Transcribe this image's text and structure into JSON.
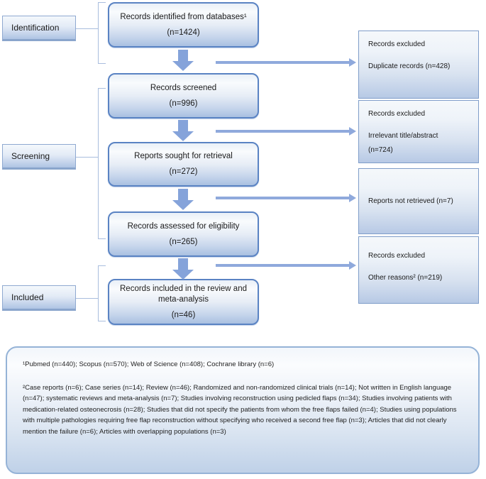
{
  "phase_labels": {
    "identification": "Identification",
    "screening": "Screening",
    "included": "Included"
  },
  "main_boxes": [
    {
      "line1": "Records identified from databases¹",
      "line2": "(n=1424)"
    },
    {
      "line1": "Records screened",
      "line2": "(n=996)"
    },
    {
      "line1": "Reports sought for retrieval",
      "line2": "(n=272)"
    },
    {
      "line1": "Records assessed for eligibility",
      "line2": "(n=265)"
    },
    {
      "line1": "Records included in the review and meta-analysis",
      "line2": "(n=46)"
    }
  ],
  "side_boxes": [
    {
      "title": "Records excluded",
      "detail": "Duplicate records (n=428)"
    },
    {
      "title": "Records excluded",
      "detail": "Irrelevant title/abstract",
      "detail2": "(n=724)"
    },
    {
      "detail": "Reports not retrieved (n=7)"
    },
    {
      "title": "Records excluded",
      "detail": "Other reasons² (n=219)"
    }
  ],
  "footnotes": {
    "note1": "¹Pubmed (n=440); Scopus (n=570); Web of Science (n=408); Cochrane library (n=6)",
    "note2": "²Case reports (n=6); Case series (n=14); Review (n=46); Randomized and non-randomized clinical trials (n=14); Not written in English language (n=47); systematic reviews and meta-analysis (n=7); Studies involving reconstruction using pedicled flaps (n=34); Studies involving patients with medication-related osteonecrosis (n=28); Studies that did not specify the patients from whom the free flaps failed (n=4); Studies using populations with multiple pathologies requiring free flap reconstruction without specifying who received a second free flap (n=3); Articles that did not clearly mention the failure (n=6); Articles with overlapping populations (n=3)"
  },
  "colors": {
    "box_border": "#5a83c3",
    "box_fill_bottom": "#a9c0e1",
    "side_box_border": "#7f9dc9",
    "arrow": "#85a3da",
    "bracket_line": "#a9bdde",
    "footer_border": "#95b3d7",
    "text": "#1a1a1a"
  }
}
